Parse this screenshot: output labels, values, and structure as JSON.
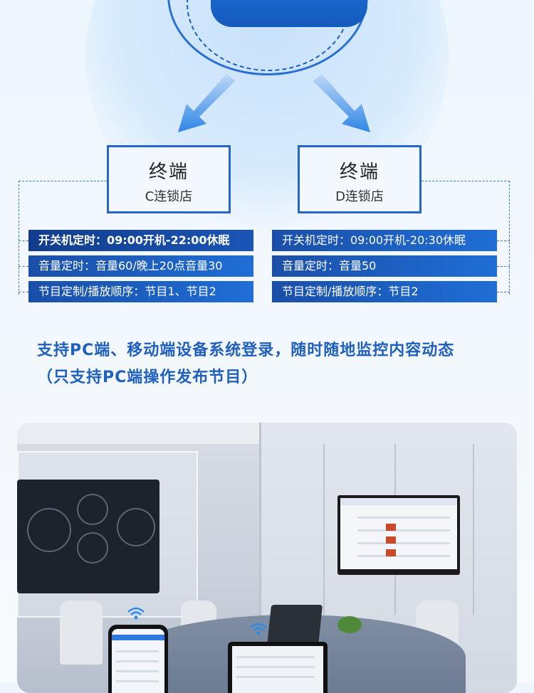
{
  "terminals": [
    {
      "title": "终端",
      "name": "C连锁店",
      "lines": [
        "开关机定时：09:00开机-22:00休眠",
        "音量定时：音量60/晚上20点音量30",
        "节目定制/播放顺序：节目1、节目2"
      ]
    },
    {
      "title": "终端",
      "name": "D连锁店",
      "lines": [
        "开关机定时：09:00开机-20:30休眠",
        "音量定时：音量50",
        "节目定制/播放顺序：节目2"
      ]
    }
  ],
  "headline": {
    "line1": "支持PC端、移动端设备系统登录，随时随地监控内容动态",
    "line2": "（只支持PC端操作发布节目）"
  },
  "colors": {
    "accent": "#1f5fbf",
    "strip_start": "#1a4fa8",
    "strip_end": "#1f6ed6"
  },
  "icons": {
    "wifi": "wifi-icon"
  }
}
